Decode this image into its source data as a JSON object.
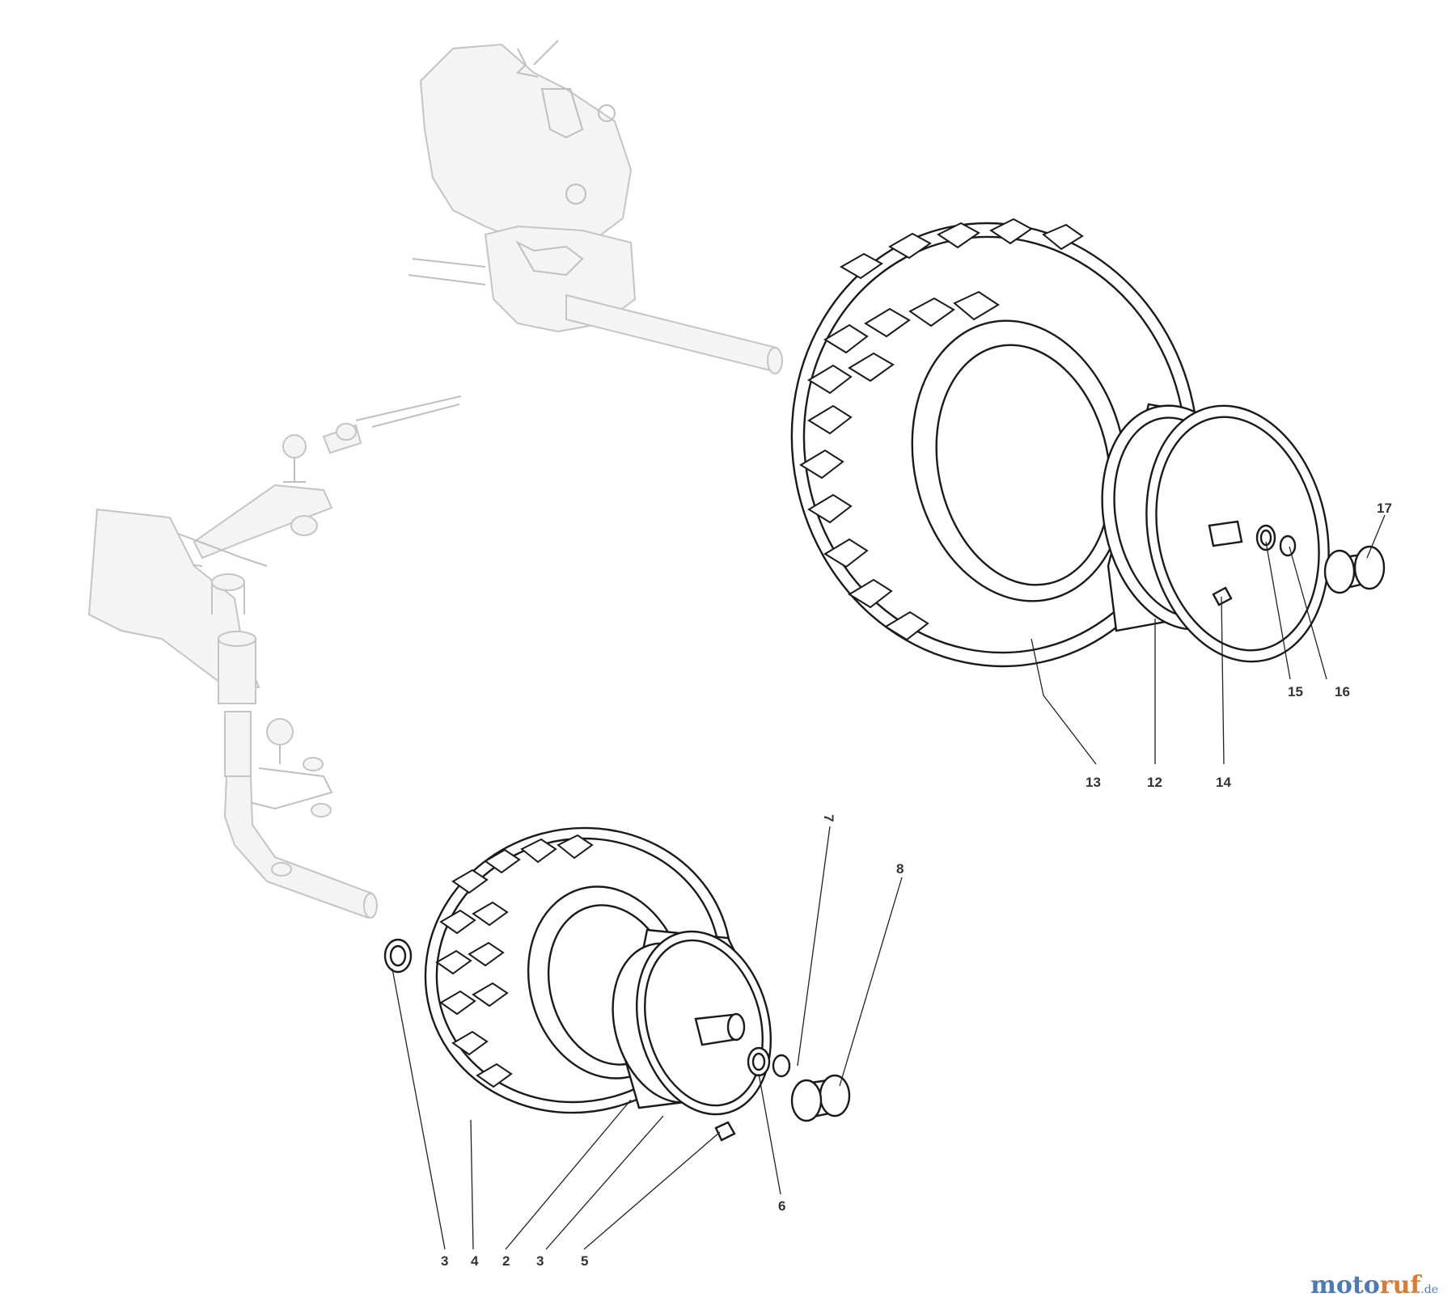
{
  "diagram": {
    "part_labels": [
      {
        "id": "lbl-17",
        "text": "17"
      },
      {
        "id": "lbl-15",
        "text": "15"
      },
      {
        "id": "lbl-16",
        "text": "16"
      },
      {
        "id": "lbl-13",
        "text": "13"
      },
      {
        "id": "lbl-12",
        "text": "12"
      },
      {
        "id": "lbl-14",
        "text": "14"
      },
      {
        "id": "lbl-7",
        "text": "7"
      },
      {
        "id": "lbl-8",
        "text": "8"
      },
      {
        "id": "lbl-6",
        "text": "6"
      },
      {
        "id": "lbl-3a",
        "text": "3"
      },
      {
        "id": "lbl-4",
        "text": "4"
      },
      {
        "id": "lbl-2",
        "text": "2"
      },
      {
        "id": "lbl-3b",
        "text": "3"
      },
      {
        "id": "lbl-5",
        "text": "5"
      }
    ]
  },
  "watermark": {
    "part1": "moto",
    "part2": "ruf",
    "suffix": ".de"
  }
}
